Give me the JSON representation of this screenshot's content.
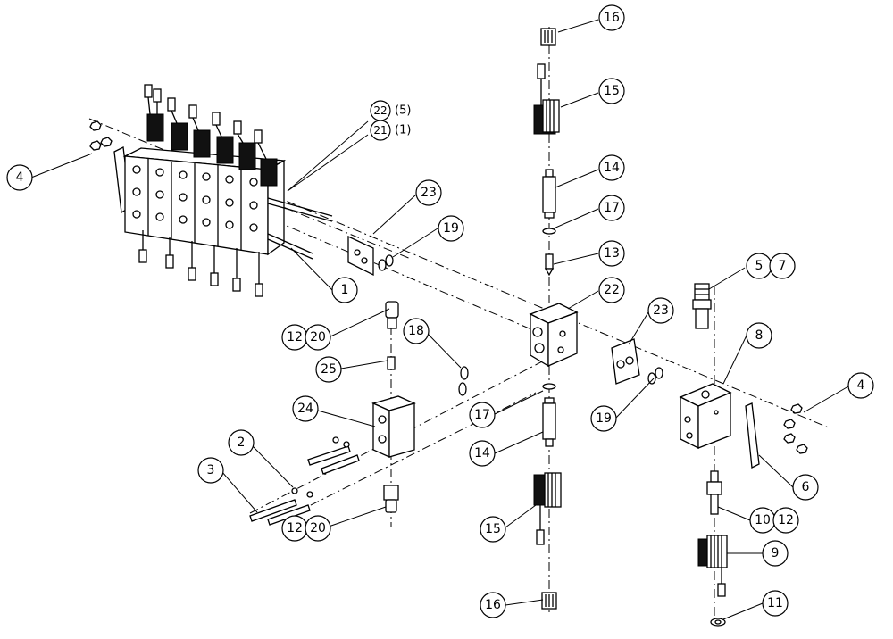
{
  "callouts": [
    {
      "id": "c16a",
      "labels": [
        "16"
      ]
    },
    {
      "id": "c15a",
      "labels": [
        "15"
      ]
    },
    {
      "id": "c14a",
      "labels": [
        "14"
      ]
    },
    {
      "id": "c17a",
      "labels": [
        "17"
      ]
    },
    {
      "id": "c13",
      "labels": [
        "13"
      ]
    },
    {
      "id": "c22b",
      "labels": [
        "22"
      ]
    },
    {
      "id": "c23a",
      "labels": [
        "23"
      ]
    },
    {
      "id": "c19a",
      "labels": [
        "19"
      ]
    },
    {
      "id": "c1",
      "labels": [
        "1"
      ]
    },
    {
      "id": "c4a",
      "labels": [
        "4"
      ]
    },
    {
      "id": "c57",
      "labels": [
        "5",
        "7"
      ]
    },
    {
      "id": "c8",
      "labels": [
        "8"
      ]
    },
    {
      "id": "c4b",
      "labels": [
        "4"
      ]
    },
    {
      "id": "c23b",
      "labels": [
        "23"
      ]
    },
    {
      "id": "c19b",
      "labels": [
        "19"
      ]
    },
    {
      "id": "c1220a",
      "labels": [
        "12",
        "20"
      ]
    },
    {
      "id": "c18",
      "labels": [
        "18"
      ]
    },
    {
      "id": "c25",
      "labels": [
        "25"
      ]
    },
    {
      "id": "c24",
      "labels": [
        "24"
      ]
    },
    {
      "id": "c17b",
      "labels": [
        "17"
      ]
    },
    {
      "id": "c14b",
      "labels": [
        "14"
      ]
    },
    {
      "id": "c2",
      "labels": [
        "2"
      ]
    },
    {
      "id": "c3",
      "labels": [
        "3"
      ]
    },
    {
      "id": "c1220b",
      "labels": [
        "12",
        "20"
      ]
    },
    {
      "id": "c15b",
      "labels": [
        "15"
      ]
    },
    {
      "id": "c6",
      "labels": [
        "6"
      ]
    },
    {
      "id": "c1012",
      "labels": [
        "10",
        "12"
      ]
    },
    {
      "id": "c9",
      "labels": [
        "9"
      ]
    },
    {
      "id": "c16b",
      "labels": [
        "16"
      ]
    },
    {
      "id": "c11",
      "labels": [
        "11"
      ]
    }
  ],
  "stacked_callouts": [
    {
      "id": "s22",
      "label": "22",
      "paren": "(5)"
    },
    {
      "id": "s21",
      "label": "21",
      "paren": "(1)"
    }
  ]
}
